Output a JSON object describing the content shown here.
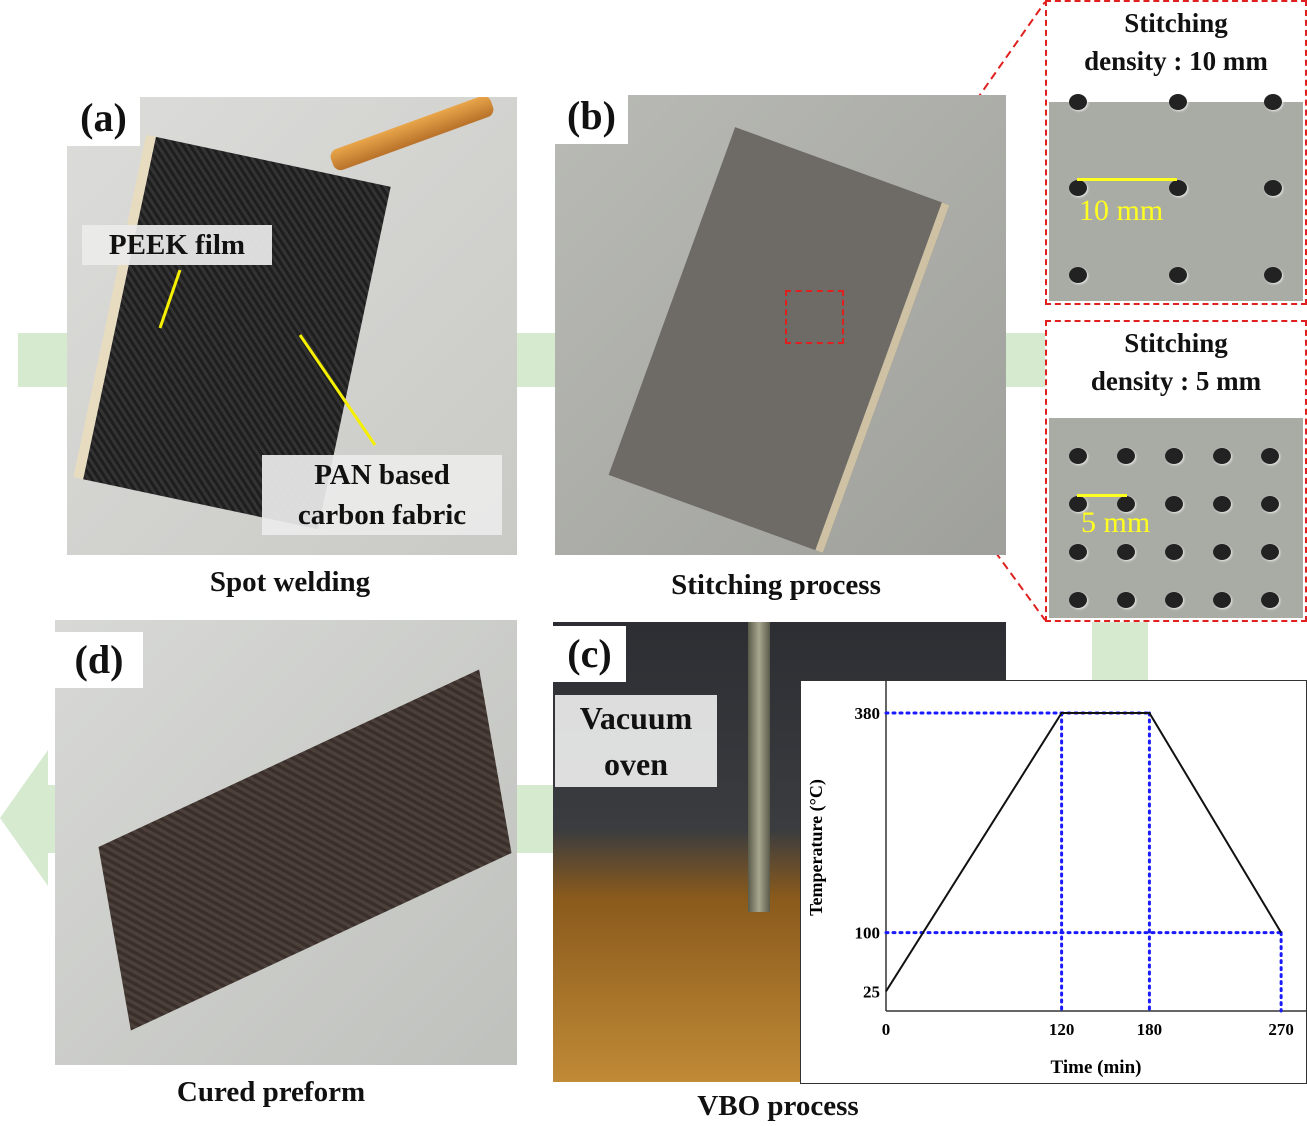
{
  "panels": {
    "a": {
      "label": "(a)",
      "caption": "Spot welding",
      "callouts": [
        "PEEK film",
        "PAN based\ncarbon fabric"
      ]
    },
    "b": {
      "label": "(b)",
      "caption": "Stitching process"
    },
    "c": {
      "label": "(c)",
      "caption": "VBO process",
      "tag": "Vacuum\noven"
    },
    "d": {
      "label": "(d)",
      "caption": "Cured preform"
    }
  },
  "insets": [
    {
      "title": "Stitching\ndensity  : 10 mm",
      "measure": "10 mm"
    },
    {
      "title": "Stitching\ndensity  : 5 mm",
      "measure": "5 mm"
    }
  ],
  "colors": {
    "arrow": "#d6ead0",
    "inset_border": "#e0201e",
    "guide": "#1a1aff",
    "measure": "#ffff20"
  },
  "chart_data": {
    "type": "line",
    "xlabel": "Time (min)",
    "ylabel": "Temperature (°C)",
    "x": [
      0,
      120,
      180,
      270
    ],
    "y": [
      25,
      380,
      380,
      100
    ],
    "xticks": [
      "0",
      "120",
      "180",
      "270"
    ],
    "yticks": [
      "25",
      "100",
      "380"
    ],
    "xlim": [
      0,
      287
    ],
    "ylim": [
      0,
      417
    ],
    "guides": {
      "horizontal": [
        380,
        100
      ],
      "vertical": [
        120,
        180,
        270
      ]
    },
    "grid": false
  }
}
